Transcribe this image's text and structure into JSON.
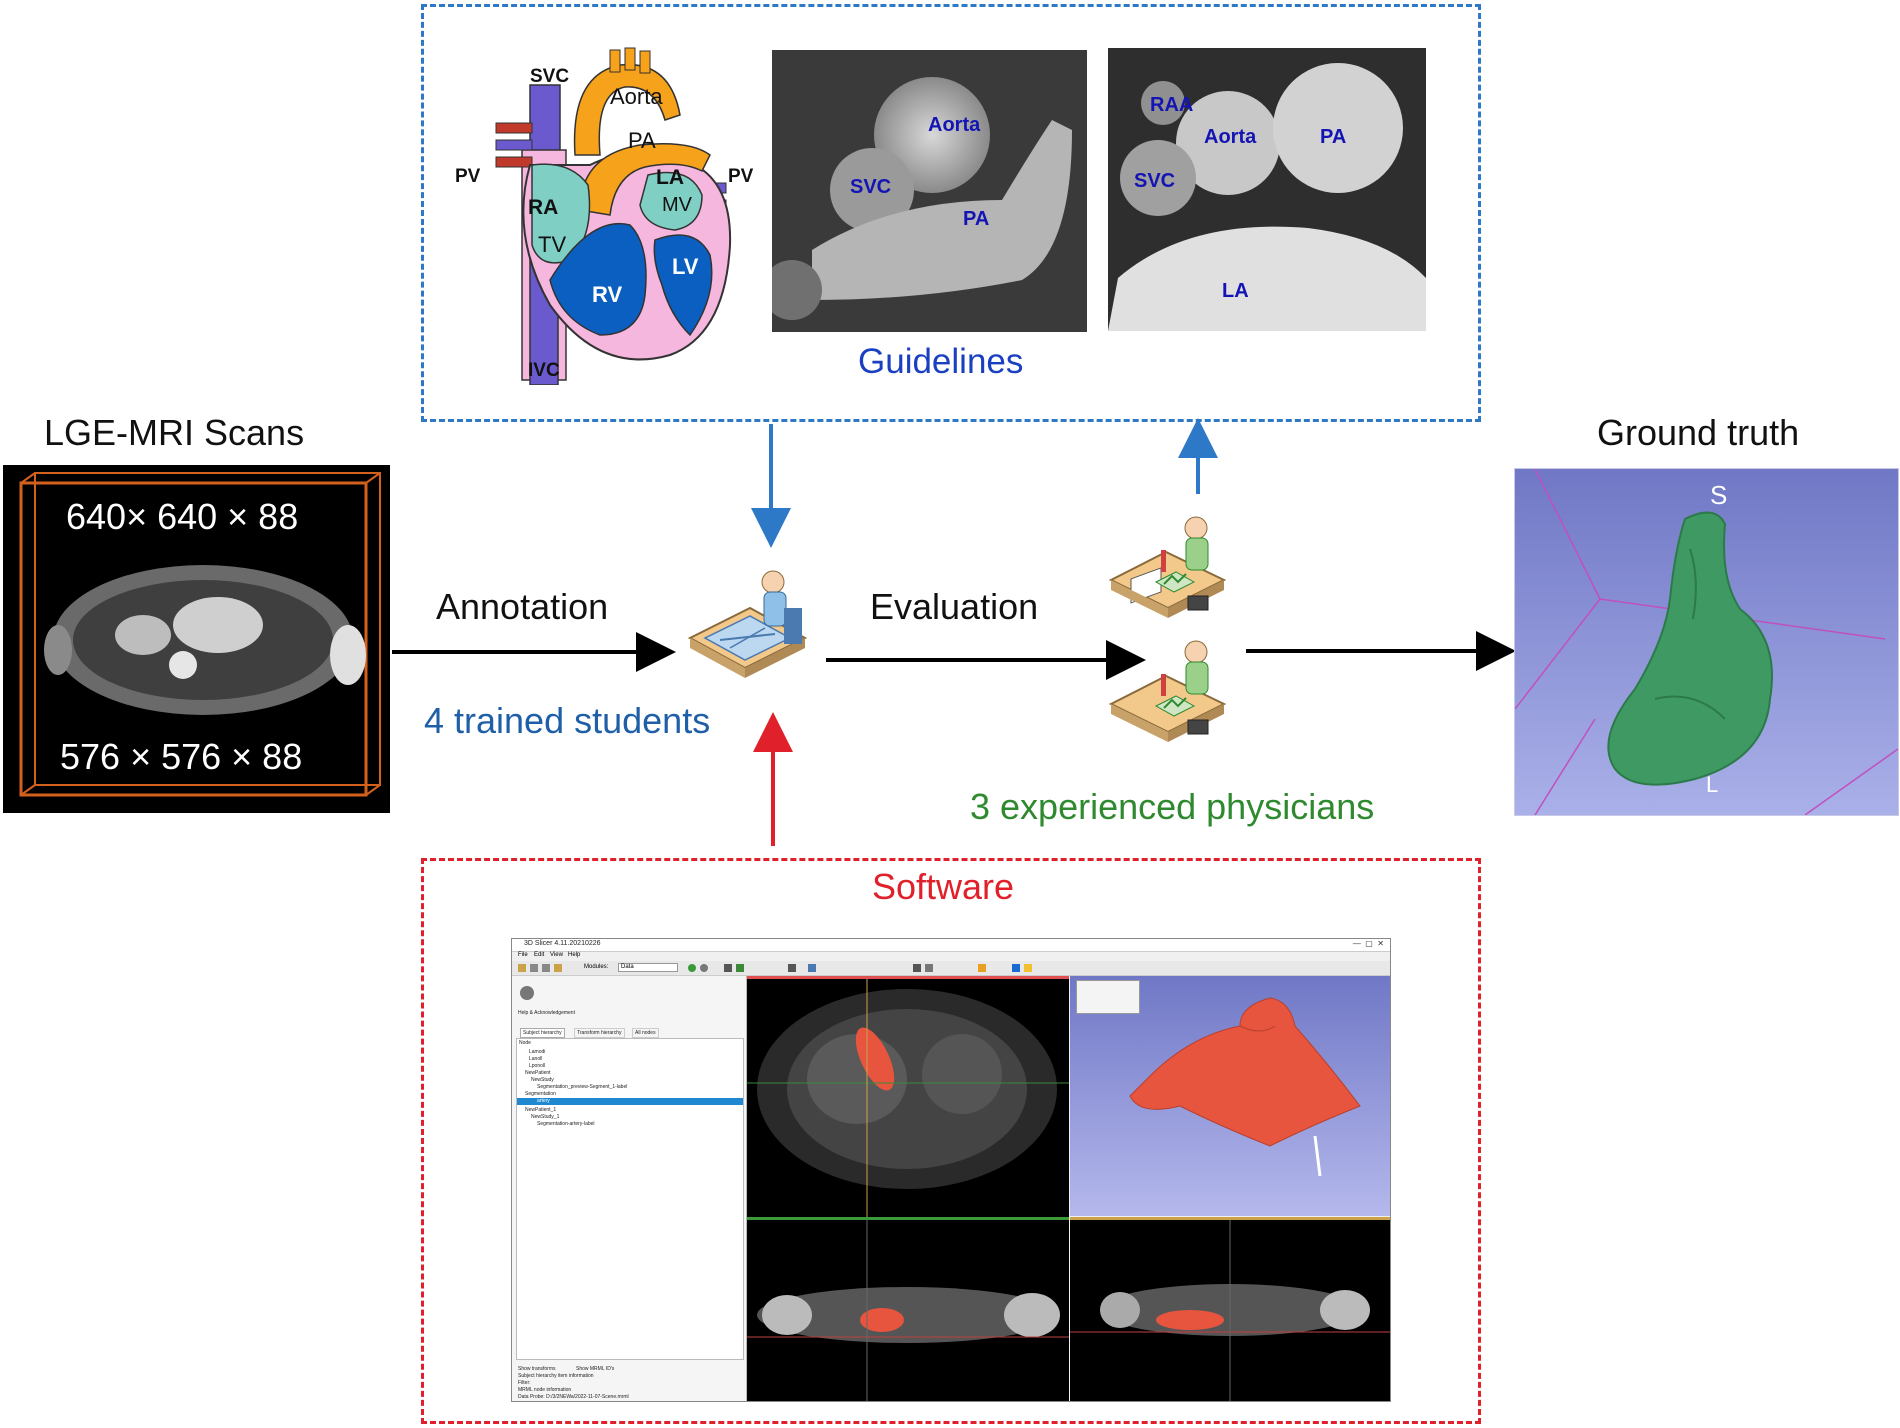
{
  "scans": {
    "title": "LGE-MRI Scans",
    "dims_top": "640× 640 × 88",
    "dims_bottom": "576 × 576 × 88"
  },
  "ground_truth": {
    "title": "Ground truth",
    "orientation_label": "S",
    "orientation_label_bottom": "L"
  },
  "guidelines": {
    "caption": "Guidelines",
    "heart_labels": {
      "svc": "SVC",
      "aorta": "Aorta",
      "pa": "PA",
      "pv_left": "PV",
      "pv_right": "PV",
      "la": "LA",
      "mv": "MV",
      "ra": "RA",
      "tv": "TV",
      "lv": "LV",
      "rv": "RV",
      "ivc": "IVC"
    },
    "mri1_labels": {
      "aorta": "Aorta",
      "svc": "SVC",
      "pa": "PA"
    },
    "mri2_labels": {
      "raa": "RAA",
      "aorta": "Aorta",
      "pa": "PA",
      "svc": "SVC",
      "la": "LA"
    }
  },
  "flow": {
    "annotation_label": "Annotation",
    "students_label": "4 trained students",
    "evaluation_label": "Evaluation",
    "physicians_label": "3 experienced physicians"
  },
  "software": {
    "title": "Software",
    "window_title": "3D Slicer 4.11.20210226",
    "menu": [
      "File",
      "Edit",
      "View",
      "Help"
    ],
    "modules_label": "Modules:",
    "module_value": "Data",
    "tabs": [
      "Subject hierarchy",
      "Transform hierarchy",
      "All nodes"
    ],
    "help_label": "Help & Acknowledgement",
    "tree_header": "Node",
    "tree_items": [
      "Lamodi",
      "Lanoll",
      "Lponoll",
      "NewPatient",
      "NewStudy",
      "Segmentation_preview-Segment_1-label",
      "Segmentation",
      "artery",
      "NewPatient_1",
      "NewStudy_1",
      "Segmentation-artery-label"
    ],
    "bottom_items": [
      "Show transforms",
      "Show MRML ID's",
      "Subject hierarchy item information",
      "Filter:",
      "MRML node information",
      "Data Probe: D:/3/2NEWa/2022-11-07-Scene.mrml"
    ]
  },
  "colors": {
    "blue_accent": "#2e78c8",
    "red_accent": "#e0202a",
    "students_text": "#1f5fa8",
    "physicians_text": "#2f8a2f",
    "guidelines_text": "#1a3fc0",
    "segmentation_green": "#3e9a62",
    "segmentation_red": "#e8553e"
  }
}
